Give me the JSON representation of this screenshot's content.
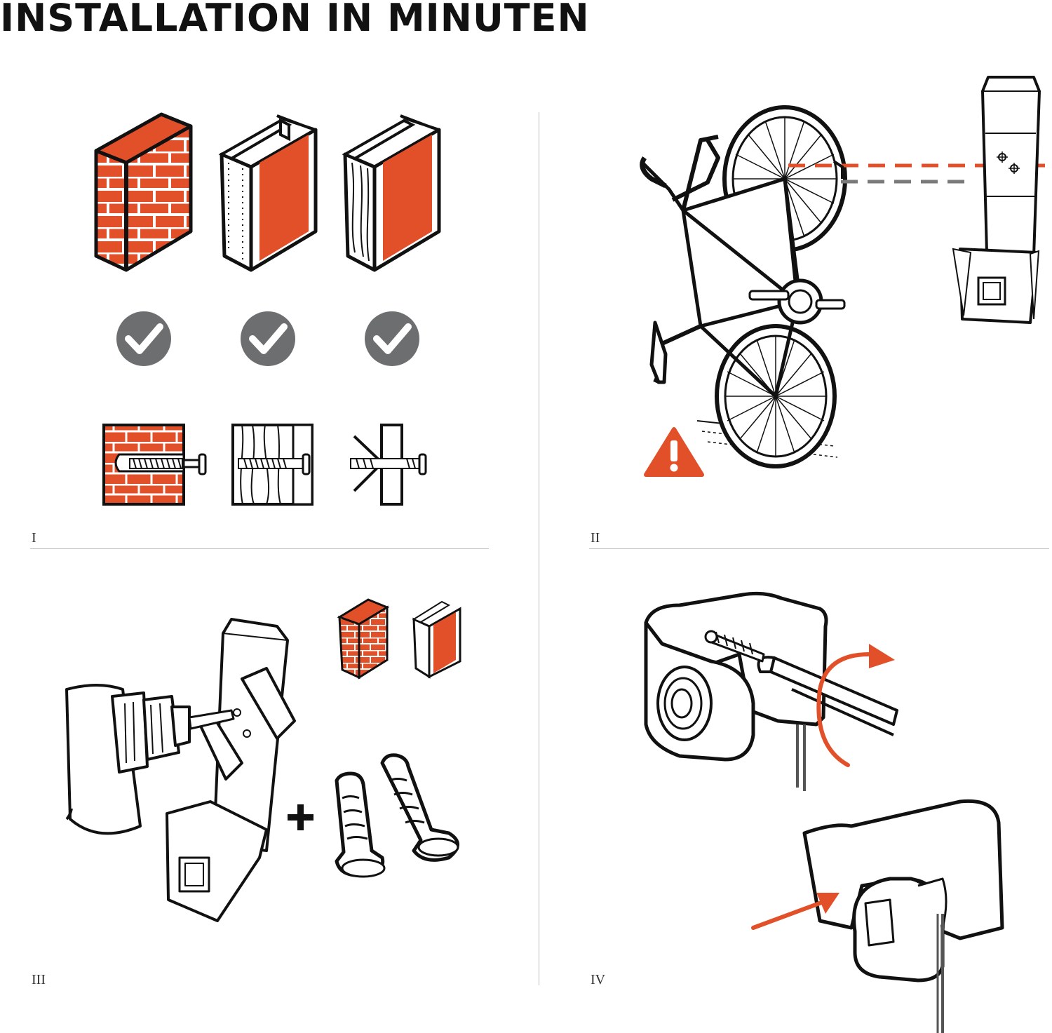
{
  "title": "INSTALLATION IN MINUTEN",
  "panels": [
    {
      "label": "I"
    },
    {
      "label": "II"
    },
    {
      "label": "III"
    },
    {
      "label": "IV"
    }
  ],
  "colors": {
    "accent": "#e2502a",
    "check": "#6d6e70",
    "ink": "#111111",
    "dashed_orange": "#e2502a",
    "dashed_gray": "#7a7a7a"
  },
  "icons": [
    "brick-wall-icon",
    "drywall-icon",
    "wood-panel-icon",
    "checkmark-icon",
    "wall-plug-icon",
    "warning-icon",
    "drill-icon",
    "screwdriver-icon",
    "rotation-arrow-icon",
    "insert-arrow-icon"
  ]
}
